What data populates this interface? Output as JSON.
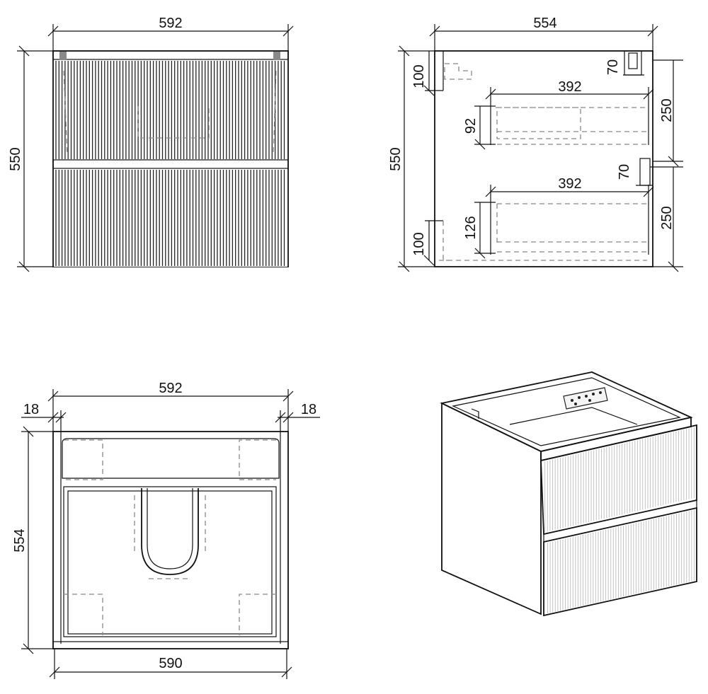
{
  "front_view": {
    "width": "592",
    "height": "550"
  },
  "side_view": {
    "depth": "554",
    "height": "550",
    "top_bracket": "100",
    "top_right_gap": "70",
    "upper_drawer_depth": "392",
    "upper_drawer_height": "92",
    "upper_section": "250",
    "mid_gap": "70",
    "lower_drawer_depth": "392",
    "lower_drawer_height": "126",
    "lower_section": "250",
    "bottom_bracket": "100"
  },
  "top_view": {
    "width": "592",
    "left_panel": "18",
    "right_panel": "18",
    "depth": "554",
    "bottom_width": "590"
  },
  "colors": {
    "line": "#111111",
    "hidden_line": "#888888",
    "front_panel": "#2a2a2a",
    "background": "#ffffff"
  }
}
